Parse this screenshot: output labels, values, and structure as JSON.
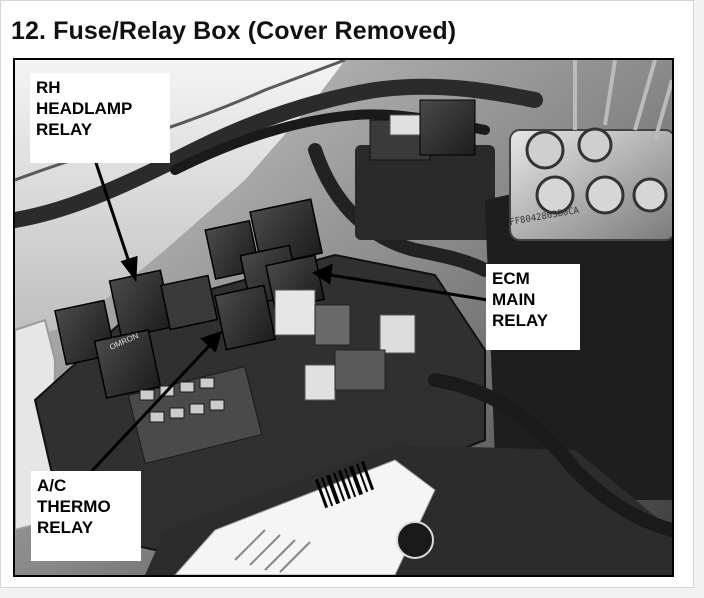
{
  "figure": {
    "title": "12. Fuse/Relay Box (Cover Removed)"
  },
  "callouts": {
    "rh_headlamp_relay": [
      "RH",
      "HEADLAMP",
      "RELAY"
    ],
    "ecm_main_relay": [
      "ECM",
      "MAIN",
      "RELAY"
    ],
    "ac_thermo_relay": [
      "A/C",
      "THERMO",
      "RELAY"
    ]
  },
  "relay_markings": {
    "omron": "OMRON",
    "part_code": "FF8042863B0CA"
  },
  "photo": {
    "palette": {
      "background": "#8c8c8c",
      "relay_dark": "#2a2a2a",
      "relay_mid": "#555555",
      "paper": "#ffffff",
      "highlight": "#d9d9d9"
    }
  }
}
